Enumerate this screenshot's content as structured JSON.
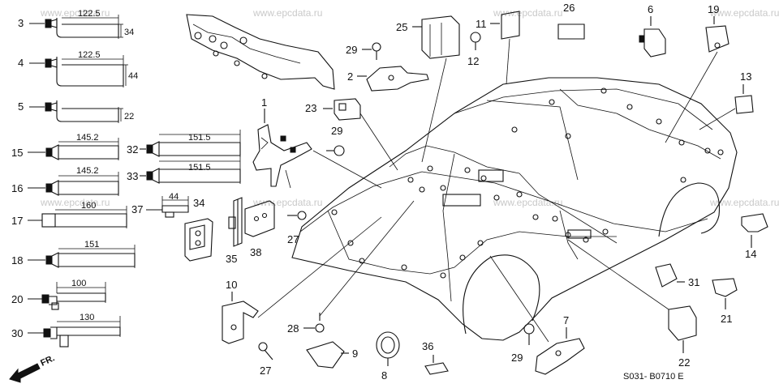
{
  "watermark": "www.epcdata.ru",
  "diagram_code": "S031- B0710 E",
  "front_label": "FR.",
  "dimensions": {
    "d1225a": "122.5",
    "d34": "34",
    "d1225b": "122.5",
    "d44a": "44",
    "d22": "22",
    "d1452a": "145.2",
    "d1452b": "145.2",
    "d1515a": "151.5",
    "d1515b": "151.5",
    "d160": "160",
    "d151": "151",
    "d100": "100",
    "d130": "130",
    "d44b": "44"
  },
  "parts": {
    "p1": "1",
    "p2": "2",
    "p3": "3",
    "p4": "4",
    "p5": "5",
    "p6": "6",
    "p7": "7",
    "p8": "8",
    "p9": "9",
    "p10": "10",
    "p11": "11",
    "p12": "12",
    "p13": "13",
    "p14": "14",
    "p15": "15",
    "p16": "16",
    "p17": "17",
    "p18": "18",
    "p19": "19",
    "p20": "20",
    "p21": "21",
    "p22": "22",
    "p23": "23",
    "p25": "25",
    "p26": "26",
    "p27a": "27",
    "p27b": "27",
    "p28": "28",
    "p29a": "29",
    "p29b": "29",
    "p29c": "29",
    "p30": "30",
    "p31": "31",
    "p32": "32",
    "p33": "33",
    "p34": "34",
    "p35": "35",
    "p36": "36",
    "p37": "37",
    "p38": "38"
  }
}
